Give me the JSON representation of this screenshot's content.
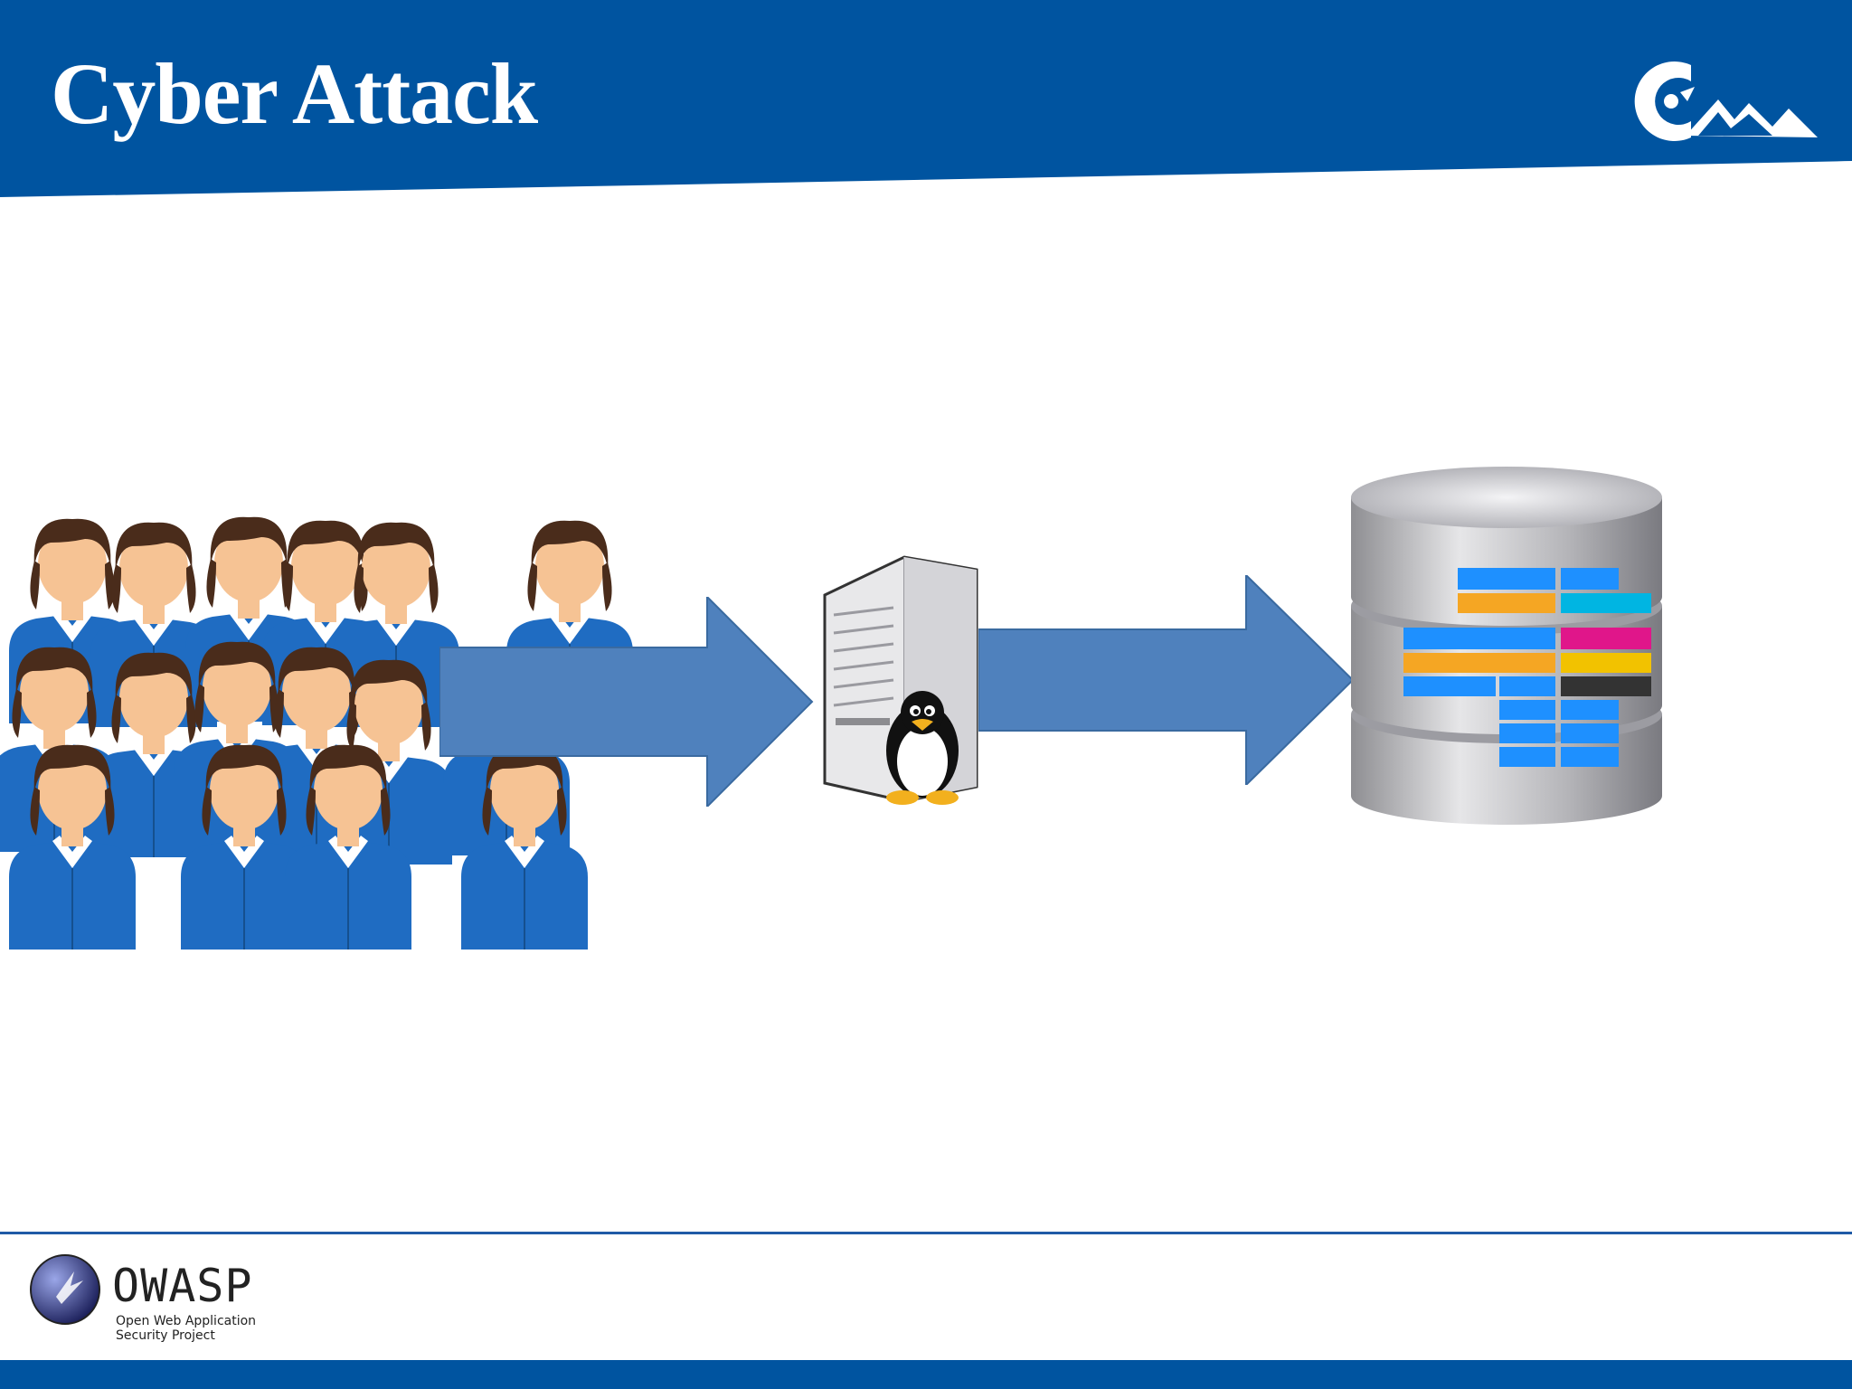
{
  "slide": {
    "title": "Cyber Attack"
  },
  "footer": {
    "brand": "OWASP",
    "tagline_line1": "Open Web Application",
    "tagline_line2": "Security Project"
  },
  "colors": {
    "header_blue": "#0054a0",
    "arrow_blue": "#4f81bd",
    "footer_line": "#1f5aa6",
    "skin": "#f6c394",
    "hair": "#4a2c1b",
    "shirt_blue": "#1f6cc2",
    "db_silver": "#c0c0c0",
    "db_stripe_blue": "#1e90ff",
    "db_stripe_orange": "#f5a623",
    "db_stripe_magenta": "#e0168a",
    "db_stripe_cyan": "#00b5e2"
  },
  "icons": {
    "crowd": "people-icon",
    "server": "server-icon",
    "linux": "penguin-icon",
    "database": "database-icon",
    "arrow": "arrow-right-icon"
  }
}
